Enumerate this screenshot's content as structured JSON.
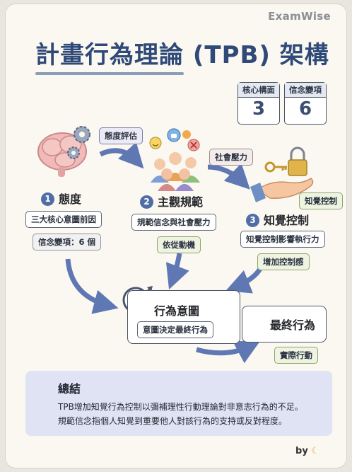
{
  "brand": "ExamWise",
  "title": "計畫行為理論 (TPB) 架構",
  "stats": [
    {
      "label": "核心構面",
      "value": "3"
    },
    {
      "label": "信念變項",
      "value": "6"
    }
  ],
  "arrow_labels": {
    "attitude_eval": "態度評估",
    "social_pressure": "社會壓力",
    "perceived_control": "知覺控制"
  },
  "attitude": {
    "number": "1",
    "heading": "態度",
    "pill_1": "三大核心意圖前因",
    "pill_2": "信念變項：6 個"
  },
  "norm": {
    "number": "2",
    "heading": "主觀規範",
    "pill_1": "規範信念與社會壓力",
    "pill_2": "依從動機"
  },
  "control": {
    "number": "3",
    "heading": "知覺控制",
    "pill_1": "知覺控制影響執行力",
    "pill_2": "增加控制感"
  },
  "intention": {
    "heading": "行為意圖",
    "pill": "意圖決定最終行為"
  },
  "behavior": {
    "heading": "最終行為",
    "pill": "實際行動"
  },
  "summary": {
    "title": "總結",
    "line_1": "TPB增加知覺行為控制以彌補理性行動理論對非意志行為的不足。",
    "line_2": "規範信念指個人知覺到重要他人對該行為的支持或反對程度。"
  },
  "signature": "by",
  "colors": {
    "title": "#2f4a78",
    "accent": "#4f6da6",
    "arrow": "#5f78b4",
    "check": "#3f8f4a",
    "summary_bg": "#dfe3f3"
  }
}
